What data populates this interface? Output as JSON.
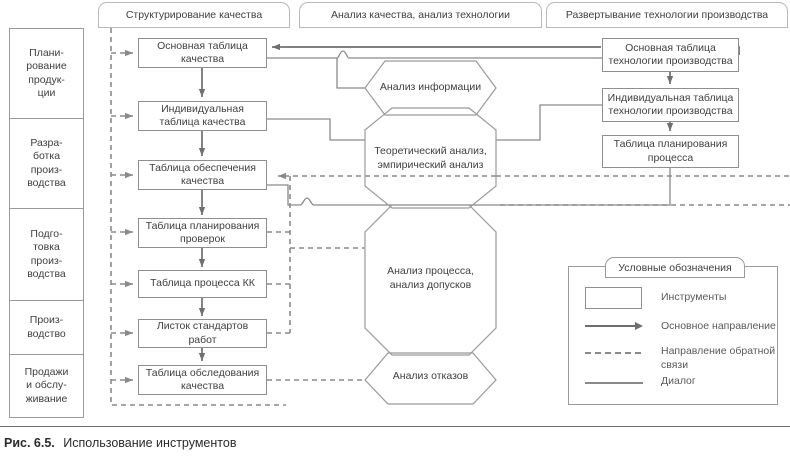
{
  "figure": {
    "caption_number": "Рис. 6.5.",
    "caption_text": "Использование инструментов"
  },
  "phase_tabs": [
    {
      "label": "Структурирование качества"
    },
    {
      "label": "Анализ качества, анализ технологии"
    },
    {
      "label": "Развертывание технологии производства"
    }
  ],
  "stages": [
    {
      "label": "Плани-\nрование\nпродук-\nции"
    },
    {
      "label": "Разра-\nботка\nпроиз-\nводства"
    },
    {
      "label": "Подго-\nтовка\nпроиз-\nводства"
    },
    {
      "label": "Произ-\nводство"
    },
    {
      "label": "Продажи\nи обслу-\nживание"
    }
  ],
  "left_boxes": [
    {
      "label": "Основная таблица\nкачества"
    },
    {
      "label": "Индивидуальная\nтаблица качества"
    },
    {
      "label": "Таблица обеспечения\nкачества"
    },
    {
      "label": "Таблица планирования\nпроверок"
    },
    {
      "label": "Таблица процесса КК"
    },
    {
      "label": "Листок стандартов работ"
    },
    {
      "label": "Таблица обследования\nкачества"
    }
  ],
  "right_boxes": [
    {
      "label": "Основная таблица\nтехнологии производства"
    },
    {
      "label": "Индивидуальная таблица\nтехнологии производства"
    },
    {
      "label": "Таблица планирования\nпроцесса"
    }
  ],
  "hexagons": [
    {
      "label": "Анализ информации"
    },
    {
      "label": "Теоретический анализ,\nэмпирический анализ"
    },
    {
      "label": "Анализ процесса,\nанализ допусков"
    },
    {
      "label": "Анализ отказов"
    }
  ],
  "legend": {
    "title": "Условные обозначения",
    "items": [
      {
        "symbol": "box",
        "label": "Инструменты"
      },
      {
        "symbol": "arrow-solid",
        "label": "Основное направление"
      },
      {
        "symbol": "dashed",
        "label": "Направление обратной\nсвязи"
      },
      {
        "symbol": "line-solid",
        "label": "Диалог"
      }
    ]
  },
  "colors": {
    "stroke": "#8f8f8f",
    "stroke_dark": "#6f6f6f",
    "text": "#3f3f3f",
    "background": "#ffffff"
  }
}
